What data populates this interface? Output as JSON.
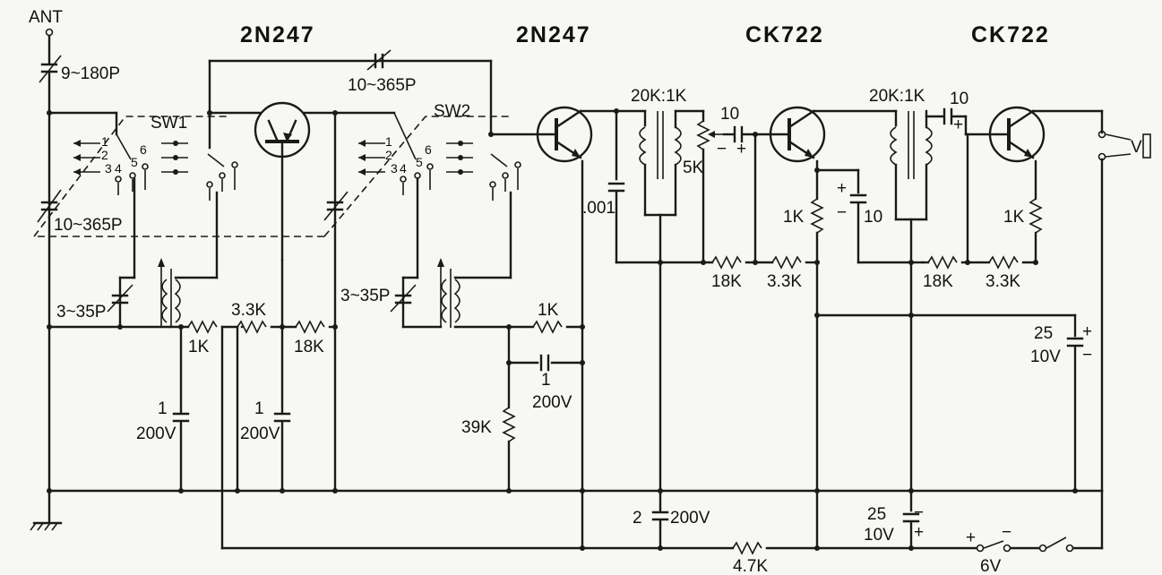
{
  "transistors": [
    "2N247",
    "2N247",
    "CK722",
    "CK722"
  ],
  "antenna": "ANT",
  "switches": [
    "SW1",
    "SW2"
  ],
  "switch_positions": [
    "1",
    "2",
    "3",
    "4",
    "5",
    "6"
  ],
  "capacitors": {
    "ant_trim": "9~180P",
    "tuning_main": "10~365P",
    "tuning_top": "10~365P",
    "trim1": "3~35P",
    "trim2": "3~35P",
    "c001": ".001",
    "cap10_a": "10",
    "cap10_b": "10",
    "cap10_c": "10",
    "bypass1_val": "1",
    "bypass1_v": "200V",
    "bypass2_val": "1",
    "bypass2_v": "200V",
    "bypass3_val": "1",
    "bypass3_v": "200V",
    "c2": "2",
    "c2_v": "200V",
    "c25a_val": "25",
    "c25a_v": "10V",
    "c25b_val": "25",
    "c25b_v": "10V"
  },
  "resistors": {
    "r1k_a": "1K",
    "r33k_a": "3.3K",
    "r18k_a": "18K",
    "r1k_b": "1K",
    "r39k": "39K",
    "r18k_b": "18K",
    "r33k_b": "3.3K",
    "r1k_c": "1K",
    "r18k_c": "18K",
    "r33k_c": "3.3K",
    "r1k_d": "1K",
    "r47k": "4.7K",
    "pot5k": "5K"
  },
  "transformers": [
    "20K:1K",
    "20K:1K"
  ],
  "battery": "6V",
  "polarity": {
    "plus": "+",
    "minus": "−"
  },
  "output": "V"
}
